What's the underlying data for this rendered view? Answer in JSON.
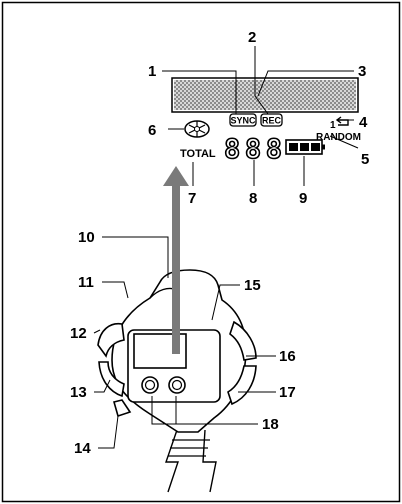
{
  "display": {
    "sync": "SYNC",
    "rec": "REC",
    "repeat_one": "1",
    "random": "RANDOM",
    "total": "TOTAL",
    "digits": "888"
  },
  "callouts": [
    "1",
    "2",
    "3",
    "4",
    "5",
    "6",
    "7",
    "8",
    "9",
    "10",
    "11",
    "12",
    "13",
    "14",
    "15",
    "16",
    "17",
    "18"
  ],
  "colors": {
    "ink": "#000000",
    "arrow": "#7a7a7a",
    "lcd": "#cfcfcf",
    "paper": "#ffffff"
  }
}
